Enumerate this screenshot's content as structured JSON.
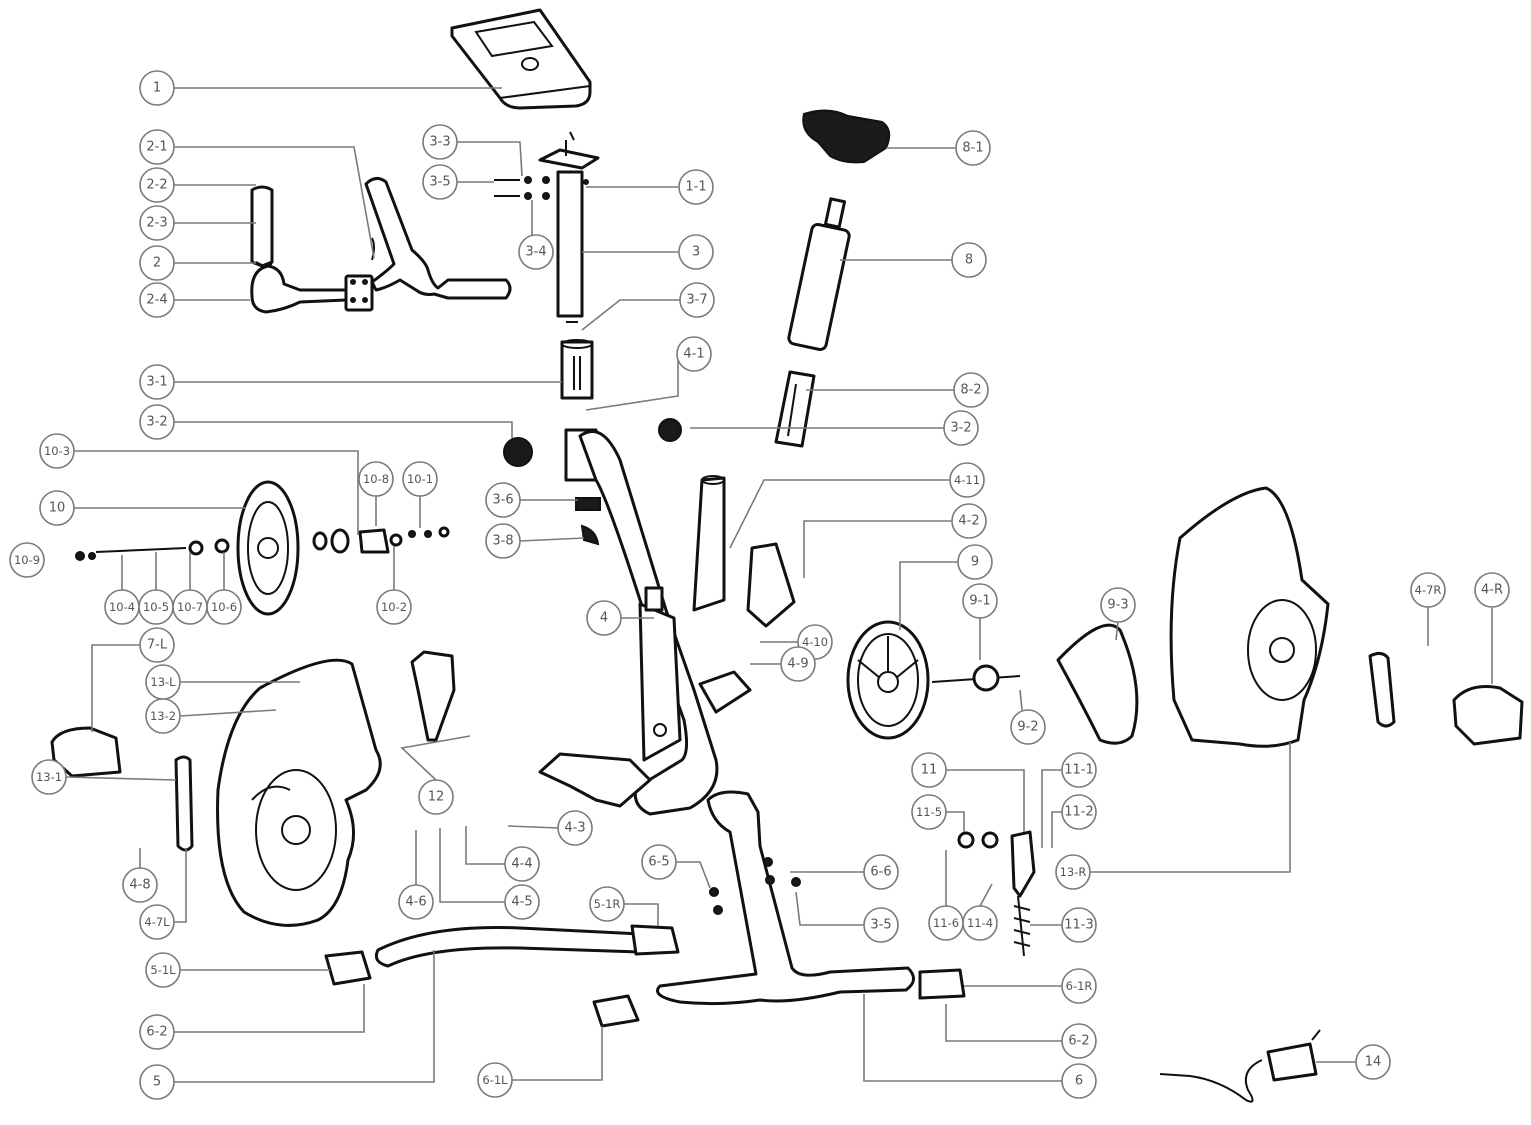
{
  "colors": {
    "ink": "#111111",
    "leader": "#7a7a7a",
    "label": "#555555",
    "background": "#ffffff"
  },
  "callouts": [
    {
      "id": "c1",
      "label": "1"
    },
    {
      "id": "c2-1",
      "label": "2-1"
    },
    {
      "id": "c2-2",
      "label": "2-2"
    },
    {
      "id": "c2-3",
      "label": "2-3"
    },
    {
      "id": "c2",
      "label": "2"
    },
    {
      "id": "c2-4",
      "label": "2-4"
    },
    {
      "id": "c3-3",
      "label": "3-3"
    },
    {
      "id": "c3-5a",
      "label": "3-5"
    },
    {
      "id": "c3-4",
      "label": "3-4"
    },
    {
      "id": "c1-1",
      "label": "1-1"
    },
    {
      "id": "c3",
      "label": "3"
    },
    {
      "id": "c3-7",
      "label": "3-7"
    },
    {
      "id": "c3-1",
      "label": "3-1"
    },
    {
      "id": "c4-1",
      "label": "4-1"
    },
    {
      "id": "c3-2a",
      "label": "3-2"
    },
    {
      "id": "c3-2b",
      "label": "3-2"
    },
    {
      "id": "c8-1",
      "label": "8-1"
    },
    {
      "id": "c8",
      "label": "8"
    },
    {
      "id": "c8-2",
      "label": "8-2"
    },
    {
      "id": "c10-3",
      "label": "10-3"
    },
    {
      "id": "c10",
      "label": "10"
    },
    {
      "id": "c10-8",
      "label": "10-8"
    },
    {
      "id": "c10-1",
      "label": "10-1"
    },
    {
      "id": "c10-9",
      "label": "10-9"
    },
    {
      "id": "c10-4",
      "label": "10-4"
    },
    {
      "id": "c10-5",
      "label": "10-5"
    },
    {
      "id": "c10-7",
      "label": "10-7"
    },
    {
      "id": "c10-6",
      "label": "10-6"
    },
    {
      "id": "c10-2",
      "label": "10-2"
    },
    {
      "id": "c3-6",
      "label": "3-6"
    },
    {
      "id": "c3-8",
      "label": "3-8"
    },
    {
      "id": "c4-11",
      "label": "4-11"
    },
    {
      "id": "c4-2",
      "label": "4-2"
    },
    {
      "id": "c4",
      "label": "4"
    },
    {
      "id": "c4-10",
      "label": "4-10"
    },
    {
      "id": "c4-9",
      "label": "4-9"
    },
    {
      "id": "c9",
      "label": "9"
    },
    {
      "id": "c9-1",
      "label": "9-1"
    },
    {
      "id": "c9-2",
      "label": "9-2"
    },
    {
      "id": "c9-3",
      "label": "9-3"
    },
    {
      "id": "c4-7R",
      "label": "4-7R"
    },
    {
      "id": "c4-R",
      "label": "4-R"
    },
    {
      "id": "c7-L",
      "label": "7-L"
    },
    {
      "id": "c13-L",
      "label": "13-L"
    },
    {
      "id": "c13-2",
      "label": "13-2"
    },
    {
      "id": "c13-1",
      "label": "13-1"
    },
    {
      "id": "c12",
      "label": "12"
    },
    {
      "id": "c4-3",
      "label": "4-3"
    },
    {
      "id": "c4-4",
      "label": "4-4"
    },
    {
      "id": "c4-5",
      "label": "4-5"
    },
    {
      "id": "c4-6",
      "label": "4-6"
    },
    {
      "id": "c4-8",
      "label": "4-8"
    },
    {
      "id": "c4-7L",
      "label": "4-7L"
    },
    {
      "id": "c11",
      "label": "11"
    },
    {
      "id": "c11-1",
      "label": "11-1"
    },
    {
      "id": "c11-5",
      "label": "11-5"
    },
    {
      "id": "c11-2",
      "label": "11-2"
    },
    {
      "id": "c6-5",
      "label": "6-5"
    },
    {
      "id": "c6-6",
      "label": "6-6"
    },
    {
      "id": "c13-R",
      "label": "13-R"
    },
    {
      "id": "c11-6",
      "label": "11-6"
    },
    {
      "id": "c11-4",
      "label": "11-4"
    },
    {
      "id": "c11-3",
      "label": "11-3"
    },
    {
      "id": "c3-5b",
      "label": "3-5"
    },
    {
      "id": "c5-1R",
      "label": "5-1R"
    },
    {
      "id": "c5-1L",
      "label": "5-1L"
    },
    {
      "id": "c6-1R",
      "label": "6-1R"
    },
    {
      "id": "c6-2a",
      "label": "6-2"
    },
    {
      "id": "c6-2b",
      "label": "6-2"
    },
    {
      "id": "c5",
      "label": "5"
    },
    {
      "id": "c6-1L",
      "label": "6-1L"
    },
    {
      "id": "c6",
      "label": "6"
    },
    {
      "id": "c14",
      "label": "14"
    }
  ]
}
